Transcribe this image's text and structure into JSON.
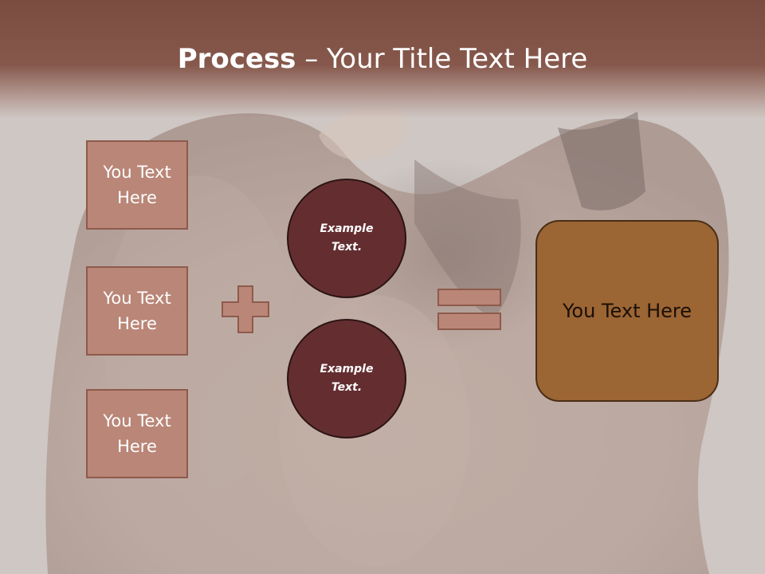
{
  "slide": {
    "title_bold": "Process",
    "title_rest": " – Your Title Text Here",
    "input_boxes": [
      "You Text Here",
      "You Text Here",
      "You Text Here"
    ],
    "circles": [
      "Example Text.",
      "Example Text."
    ],
    "result": "You Text Here"
  },
  "icons": [
    "plus-icon",
    "equals-icon"
  ],
  "colors": {
    "title_bar": "#7a4c40",
    "input_box_fill": "#b98677",
    "input_box_border": "#8e5a4c",
    "circle_fill": "#642e30",
    "result_fill": "#9b6534",
    "operator_fill": "#b98677"
  }
}
